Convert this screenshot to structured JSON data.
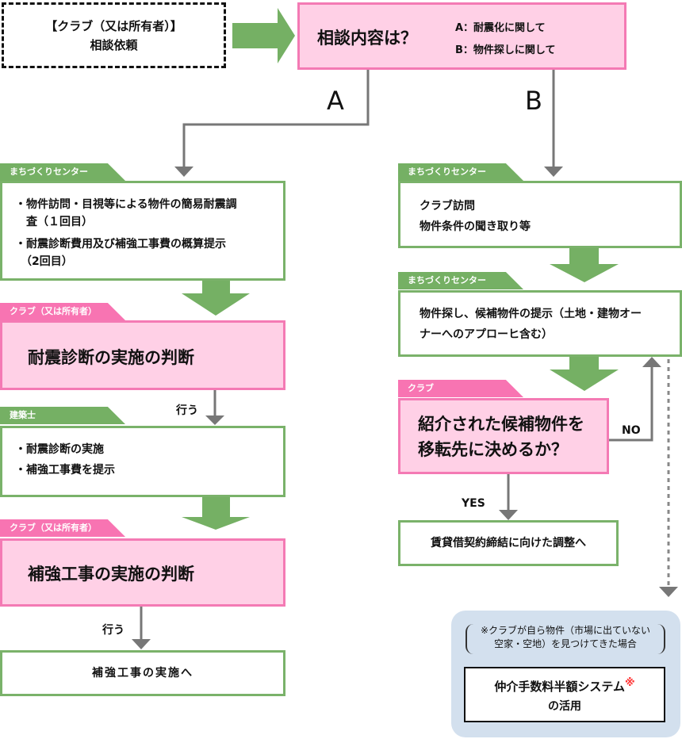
{
  "start": {
    "line1": "【クラブ（又は所有者）】",
    "line2": "相談依頼"
  },
  "question": {
    "title": "相談内容は？",
    "option_a": "A：耐震化に関して",
    "option_b": "B：物件探しに関して"
  },
  "branch_labels": {
    "a": "A",
    "b": "B"
  },
  "left": {
    "box1": {
      "tag": "まちづくりセンター",
      "items": [
        "・物件訪問・目視等による物件の簡易耐震調",
        "　査（１回目）",
        "・耐震診断費用及び補強工事費の概算提示",
        "　（2回目）"
      ]
    },
    "box2": {
      "tag": "クラブ（又は所有者）",
      "text": "耐震診断の実施の判断"
    },
    "go_label_1": "行う",
    "box3": {
      "tag": "建築士",
      "items": [
        "・耐震診断の実施",
        "・補強工事費を提示"
      ]
    },
    "box4": {
      "tag": "クラブ（又は所有者）",
      "text": "補強工事の実施の判断"
    },
    "go_label_2": "行う",
    "box5": {
      "text": "補強工事の実施へ"
    }
  },
  "right": {
    "box1": {
      "tag": "まちづくりセンター",
      "items": [
        "クラブ訪問",
        "物件条件の聞き取り等"
      ]
    },
    "box2": {
      "tag": "まちづくりセンター",
      "items": [
        "物件探し、候補物件の提示（土地・建物オー",
        "ナーへのアプローヒ含む）"
      ]
    },
    "box3": {
      "tag": "クラブ",
      "items": [
        "紹介された候補物件を",
        "移転先に決めるか？"
      ]
    },
    "no_label": "NO",
    "yes_label": "YES",
    "box4": {
      "text": "賃貸借契約締結に向けた調整へ"
    }
  },
  "note": {
    "condition": [
      "※クラブが自ら物件（市場に出ていない",
      "空家・空地）を見つけてきた場合"
    ],
    "system": "仲介手数料半額システム",
    "mark": "※",
    "system_suffix": "の活用"
  },
  "colors": {
    "green": "#75b064",
    "pink_border": "#f47ab4",
    "pink_fill": "#ffd0e6",
    "connector_gray": "#777777",
    "note_bg": "#d3e0ee",
    "mark_red": "#ff3333"
  }
}
